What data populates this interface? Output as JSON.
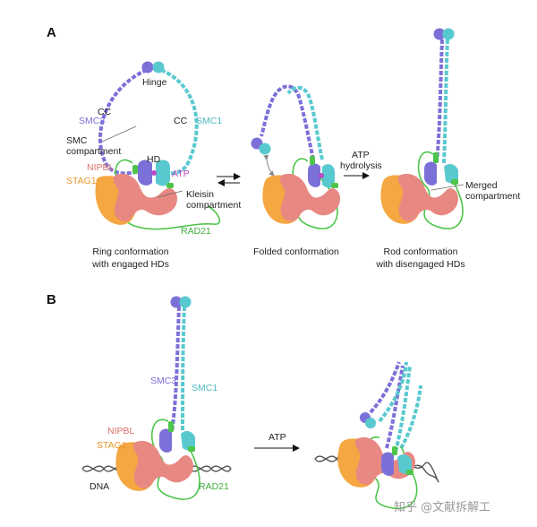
{
  "panels": {
    "a": "A",
    "b": "B"
  },
  "labels": {
    "hinge": "Hinge",
    "cc": "CC",
    "smc3": "SMC3",
    "smc1": "SMC1",
    "smc_compartment_1": "SMC",
    "smc_compartment_2": "compartment",
    "hd": "HD",
    "nipbl": "NIPBL",
    "atp": "ATP",
    "stag1": "STAG1",
    "kleisin_1": "Kleisin",
    "kleisin_2": "compartment",
    "rad21": "RAD21",
    "atp_hydrolysis_1": "ATP",
    "atp_hydrolysis_2": "hydrolysis",
    "merged_1": "Merged",
    "merged_2": "compartment",
    "dna": "DNA",
    "atp_b": "ATP"
  },
  "captions": {
    "ring_1": "Ring conformation",
    "ring_2": "with engaged HDs",
    "folded": "Folded conformation",
    "rod_1": "Rod conformation",
    "rod_2": "with disengaged HDs"
  },
  "watermark": "知乎 @文献拆解工",
  "colors": {
    "smc3": "#7b70d8",
    "smc1": "#58c9cf",
    "stag1": "#f5a742",
    "nipbl": "#e88883",
    "rad21": "#4dc54a",
    "atp": "#b84bc4",
    "dna": "#555555"
  }
}
